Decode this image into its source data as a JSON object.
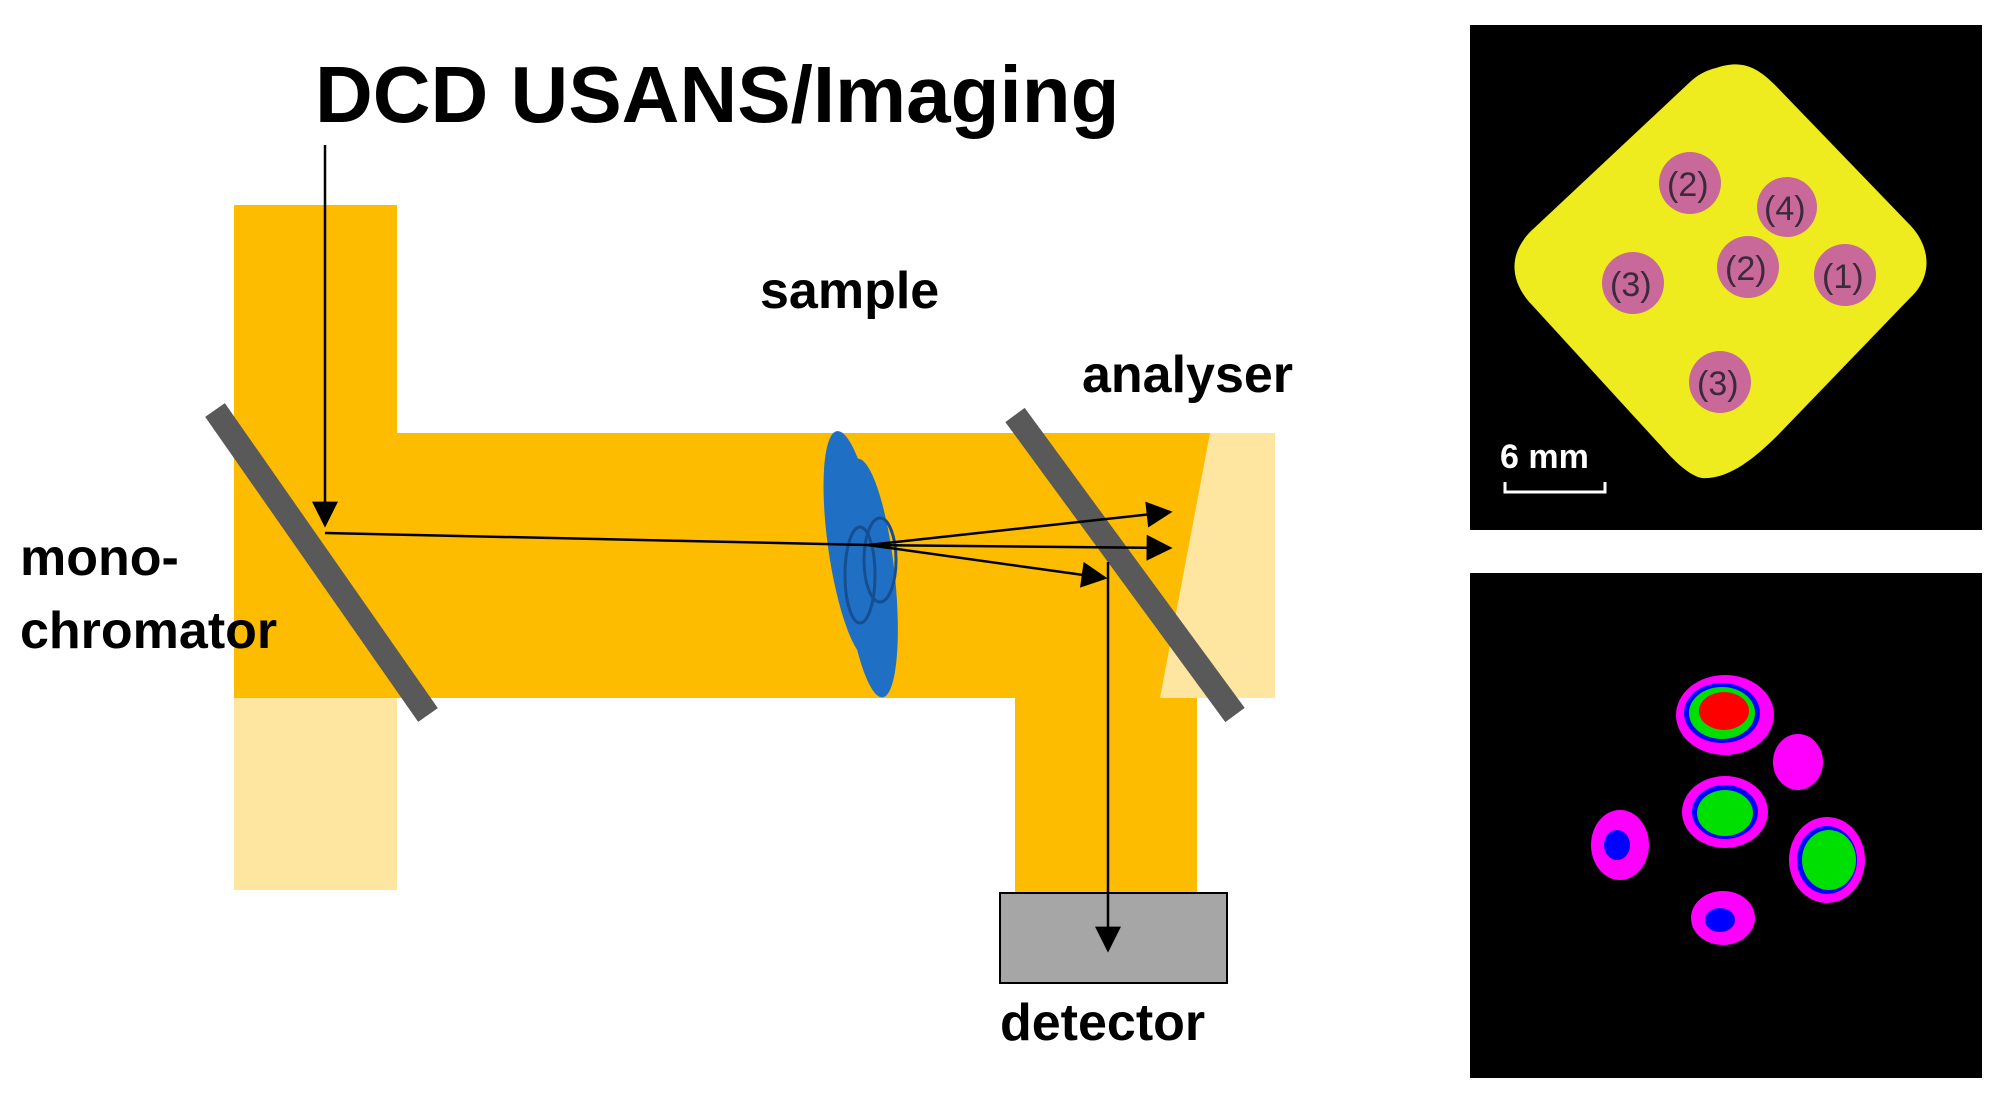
{
  "title": "DCD USANS/Imaging",
  "labels": {
    "sample": "sample",
    "analyser": "analyser",
    "mono_line1": "mono-",
    "mono_line2": "chromator",
    "detector": "detector"
  },
  "sample_image": {
    "scale_bar": "6 mm",
    "spot_labels": [
      "(2)",
      "(4)",
      "(3)",
      "(2)",
      "(1)",
      "(3)"
    ]
  },
  "colors": {
    "beam": "#FDBC00",
    "beam_faded": "#FEE5A0",
    "crystal": "#595959",
    "sample": "#1F6FC4",
    "detector": "#A6A6A6",
    "sample_plate": "#EEEB1F",
    "spot": "#C8699A",
    "ring_outer": "#FF00FF",
    "ring_mid": "#00E000",
    "core_red": "#FF0000",
    "core_blue": "#0000FF"
  },
  "icons": [
    "arrow-head-icon"
  ]
}
